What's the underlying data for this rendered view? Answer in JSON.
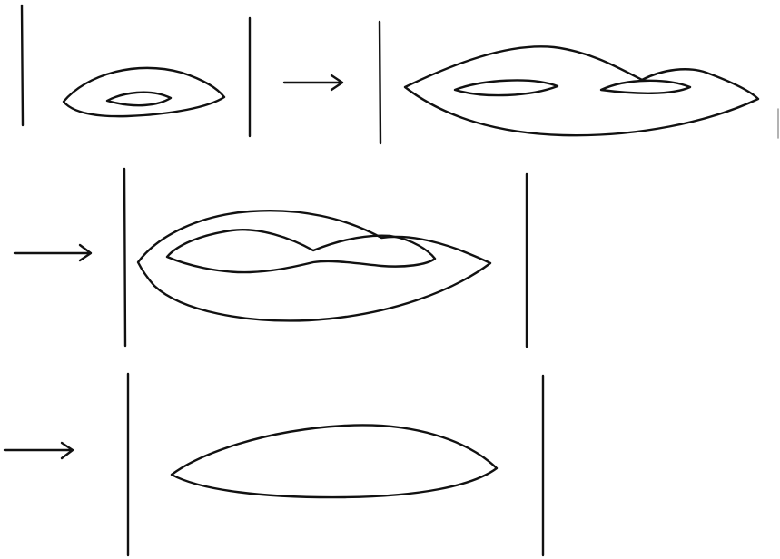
{
  "colors": {
    "background": "#ffffff",
    "ink": "#111111",
    "faint": "#9a9a9a"
  },
  "stages": [
    {
      "name": "stage-1",
      "shape": "lens with inner lens"
    },
    {
      "name": "stage-2",
      "shape": "lens with two inner loops, one crossing the outer boundary"
    },
    {
      "name": "stage-3",
      "shape": "lens with intersecting inner loop"
    },
    {
      "name": "stage-4",
      "shape": "single lens"
    }
  ],
  "arrows": [
    {
      "from": "stage-1",
      "to": "stage-2"
    },
    {
      "from": "stage-2",
      "to": "stage-3"
    },
    {
      "from": "stage-3",
      "to": "stage-4"
    }
  ],
  "icons": [
    "right-arrow-icon"
  ]
}
